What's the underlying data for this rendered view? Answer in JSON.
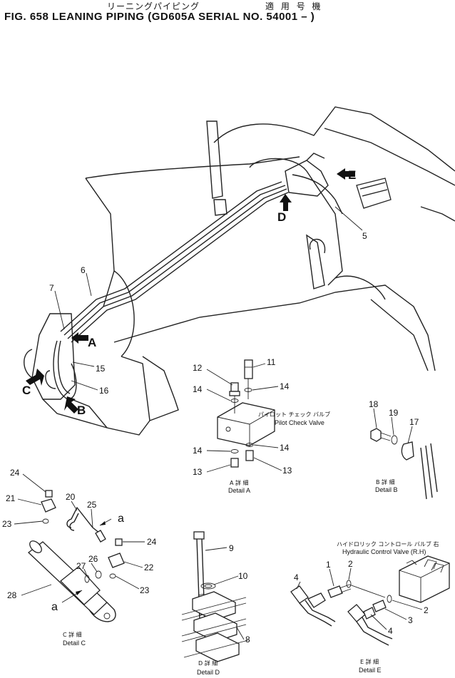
{
  "header": {
    "title_jp": "リーニングパイピング",
    "applicability_jp": "適 用 号 機",
    "figure_title": "FIG. 658  LEANING PIPING (GD605A SERIAL NO. 54001 – )"
  },
  "view_arrows": {
    "A": "A",
    "B": "B",
    "C": "C",
    "D": "D",
    "E": "E"
  },
  "callouts": {
    "main": {
      "n5": "5",
      "n6": "6",
      "n7": "7",
      "n15": "15",
      "n16": "16"
    },
    "detail_a": {
      "n11": "11",
      "n12": "12",
      "n14a": "14",
      "n14b": "14",
      "n14c": "14",
      "n14d": "14",
      "n13a": "13",
      "n13b": "13"
    },
    "detail_b": {
      "n17": "17",
      "n18": "18",
      "n19": "19"
    },
    "detail_c": {
      "n20": "20",
      "n21": "21",
      "n22": "22",
      "n23a": "23",
      "n23b": "23",
      "n24a": "24",
      "n24b": "24",
      "n25": "25",
      "n26": "26",
      "n27": "27",
      "n28": "28",
      "a1": "a",
      "a2": "a"
    },
    "detail_d": {
      "n8": "8",
      "n9": "9",
      "n10": "10"
    },
    "detail_e": {
      "n1": "1",
      "n2a": "2",
      "n2b": "2",
      "n3": "3",
      "n4a": "4",
      "n4b": "4"
    }
  },
  "labels": {
    "pilot_check_jp": "パイロット チェック バルブ",
    "pilot_check_en": "Pilot Check Valve",
    "hydraulic_jp": "ハイドロリック コントロール バルブ 右",
    "hydraulic_en": "Hydraulic Control Valve (R.H)"
  },
  "captions": {
    "detail_a_jp": "A 詳 細",
    "detail_a_en": "Detail A",
    "detail_b_jp": "B 詳 細",
    "detail_b_en": "Detail B",
    "detail_c_jp": "C 詳 細",
    "detail_c_en": "Detail C",
    "detail_d_jp": "D 詳 細",
    "detail_d_en": "Detail D",
    "detail_e_jp": "E 詳 細",
    "detail_e_en": "Detail E"
  }
}
